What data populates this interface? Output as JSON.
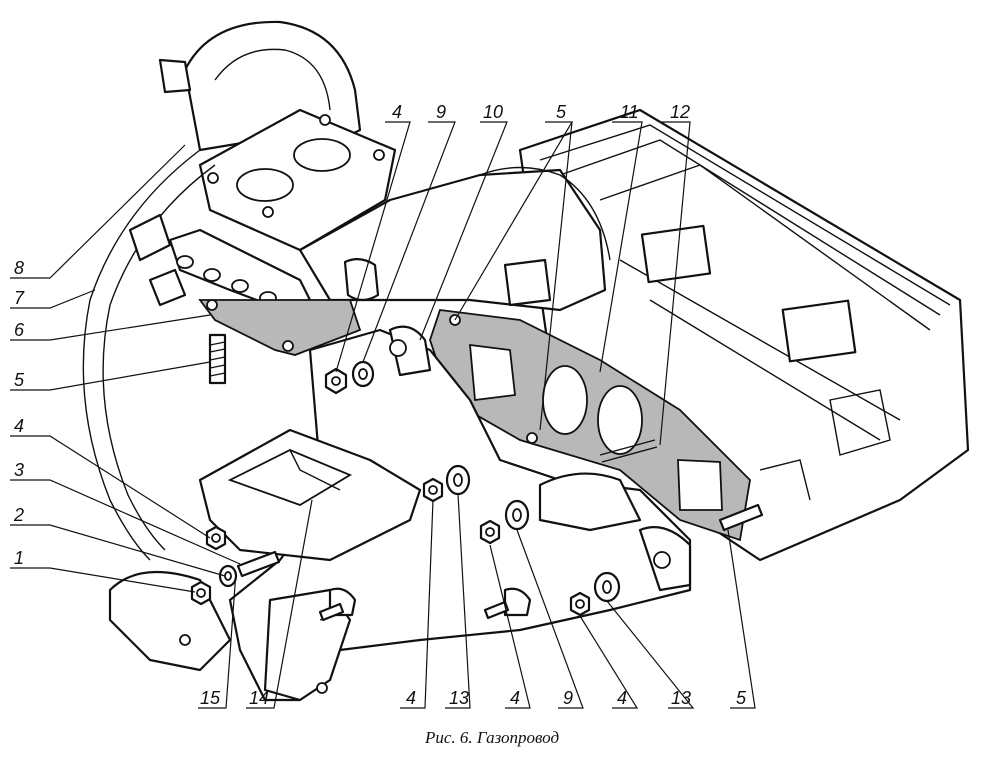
{
  "caption": "Рис. 6. Газопровод",
  "callouts": {
    "left": [
      "8",
      "7",
      "6",
      "5",
      "4",
      "3",
      "2",
      "1"
    ],
    "top": [
      "4",
      "9",
      "10",
      "5",
      "11",
      "12"
    ],
    "bottom": [
      "15",
      "14",
      "4",
      "13",
      "4",
      "9",
      "4",
      "13",
      "5"
    ]
  }
}
